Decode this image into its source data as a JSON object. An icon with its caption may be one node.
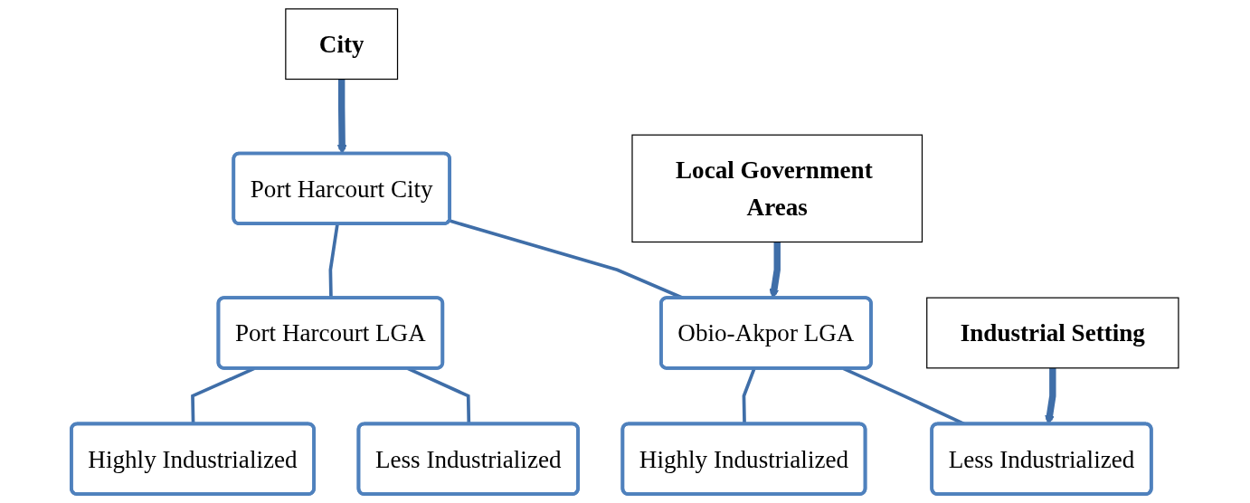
{
  "diagram": {
    "nodes": [
      {
        "text": [
          "Port Harcourt City"
        ]
      },
      {
        "text": [
          "Port Harcourt LGA"
        ]
      },
      {
        "text": [
          "Obio-Akpor LGA"
        ]
      },
      {
        "text": [
          "Highly Industrialized"
        ]
      },
      {
        "text": [
          "Less Industrialized"
        ]
      },
      {
        "text": [
          "Highly Industrialized"
        ]
      },
      {
        "text": [
          "Less Industrialized"
        ]
      },
      {
        "text": [
          "City"
        ]
      },
      {
        "text": [
          "Local Government Areas"
        ]
      },
      {
        "text": [
          "Industrial Setting"
        ]
      }
    ],
    "edges": [
      {
        "from": 0,
        "to": 1,
        "arrow": "none"
      },
      {
        "from": 0,
        "to": 2,
        "arrow": "none"
      },
      {
        "from": 1,
        "to": 3,
        "arrow": "none"
      },
      {
        "from": 1,
        "to": 4,
        "arrow": "none"
      },
      {
        "from": 2,
        "to": 5,
        "arrow": "none"
      },
      {
        "from": 2,
        "to": 6,
        "arrow": "none"
      },
      {
        "from": 7,
        "to": 0,
        "arrow": "to",
        "style": "thick"
      },
      {
        "from": 8,
        "to": 2,
        "arrow": "to",
        "style": "thick"
      },
      {
        "from": 9,
        "to": 6,
        "arrow": "to",
        "style": "thick"
      }
    ]
  }
}
